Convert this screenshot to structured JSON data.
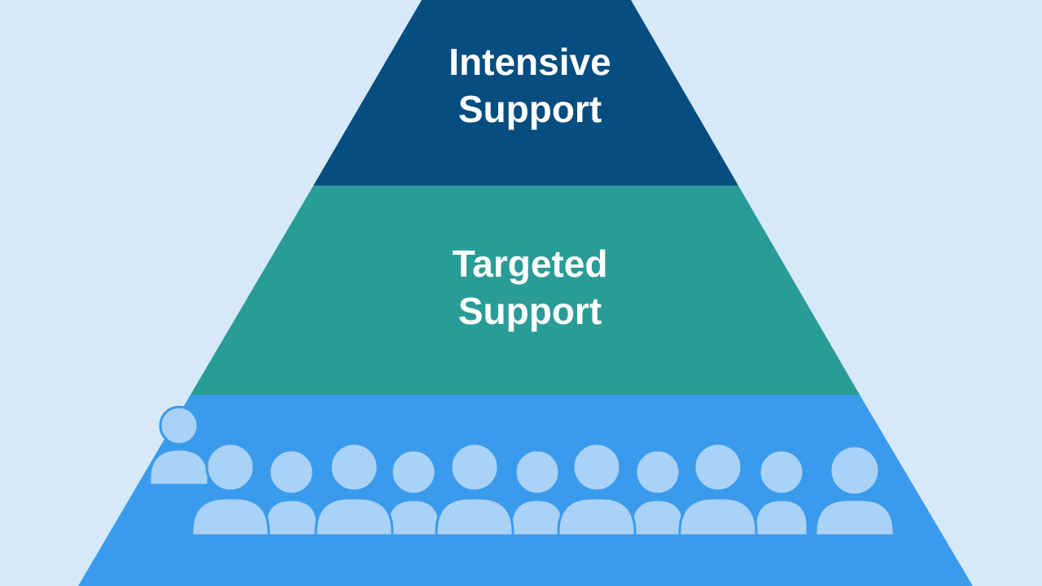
{
  "pyramid": {
    "tiers": [
      {
        "line1": "Intensive",
        "line2": "Support",
        "color": "#064d80"
      },
      {
        "line1": "Targeted",
        "line2": "Support",
        "color": "#2a9c97"
      },
      {
        "line1": "",
        "line2": "",
        "color": "#3a9bec"
      }
    ]
  },
  "colors": {
    "background": "#d6e9f9",
    "label_text": "#ffffff",
    "people": "#a9d2f6"
  },
  "people": {
    "icon": "person-icon",
    "front_row_count": 6,
    "back_row_count": 6,
    "overflow_count": 1
  }
}
